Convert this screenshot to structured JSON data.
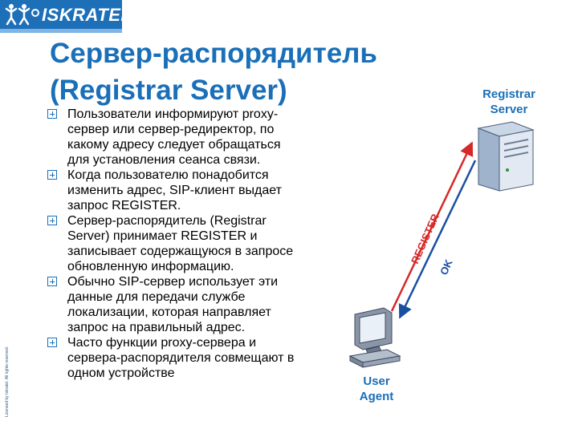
{
  "brand": {
    "logo_text": "ISKRATEL",
    "side_note": "Licensed by Iskratel. All rights reserved."
  },
  "slide": {
    "title_line1": "Сервер-распорядитель",
    "title_line2": "(Registrar Server)"
  },
  "bullets": [
    "Пользователи информируют proxy-сервер или сервер-редиректор, по какому адресу следует обращаться для установления сеанса связи.",
    "Когда пользователю понадобится изменить адрес, SIP-клиент выдает запрос REGISTER.",
    "Сервер-распорядитель (Registrar Server) принимает REGISTER и записывает содержащуюся в запросе обновленную информацию.",
    "Обычно SIP-сервер использует эти данные для передачи службе локализации, которая направляет запрос на правильный адрес.",
    "Часто функции proxy-сервера и сервера-распорядителя совмещают в одном устройстве"
  ],
  "diagram": {
    "server_label": "Registrar Server",
    "user_agent_label": "User Agent",
    "register_arrow_label": "REGISTER",
    "ok_arrow_label": "OK",
    "colors": {
      "register": "#d62828",
      "ok": "#1a4fa0",
      "accent": "#1a6fb8"
    }
  },
  "icons": [
    "iskratel-logo-icon",
    "bullet-plus-icon",
    "server-tower-icon",
    "desktop-pc-icon"
  ]
}
